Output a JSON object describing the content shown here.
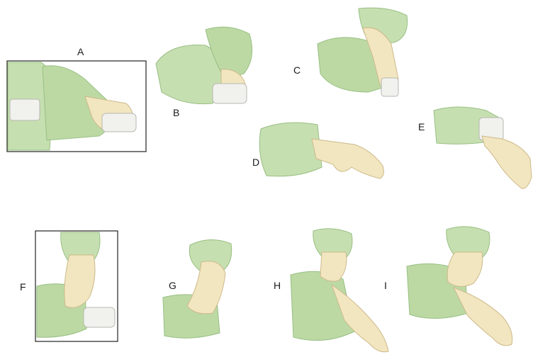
{
  "colors": {
    "gown": "#c6dfb0",
    "gown_shadow": "#98bf83",
    "cuff": "#f1f1ee",
    "glove": "#f2e6c0",
    "glove_shadow": "#dcc99a",
    "outline": "#8a9a80",
    "frame": "#222222"
  },
  "panels": [
    {
      "id": "A",
      "label": "A",
      "framed": true
    },
    {
      "id": "B",
      "label": "B",
      "framed": false
    },
    {
      "id": "C",
      "label": "C",
      "framed": false
    },
    {
      "id": "D",
      "label": "D",
      "framed": false
    },
    {
      "id": "E",
      "label": "E",
      "framed": false
    },
    {
      "id": "F",
      "label": "F",
      "framed": true
    },
    {
      "id": "G",
      "label": "G",
      "framed": false
    },
    {
      "id": "H",
      "label": "H",
      "framed": false
    },
    {
      "id": "I",
      "label": "I",
      "framed": false
    }
  ]
}
